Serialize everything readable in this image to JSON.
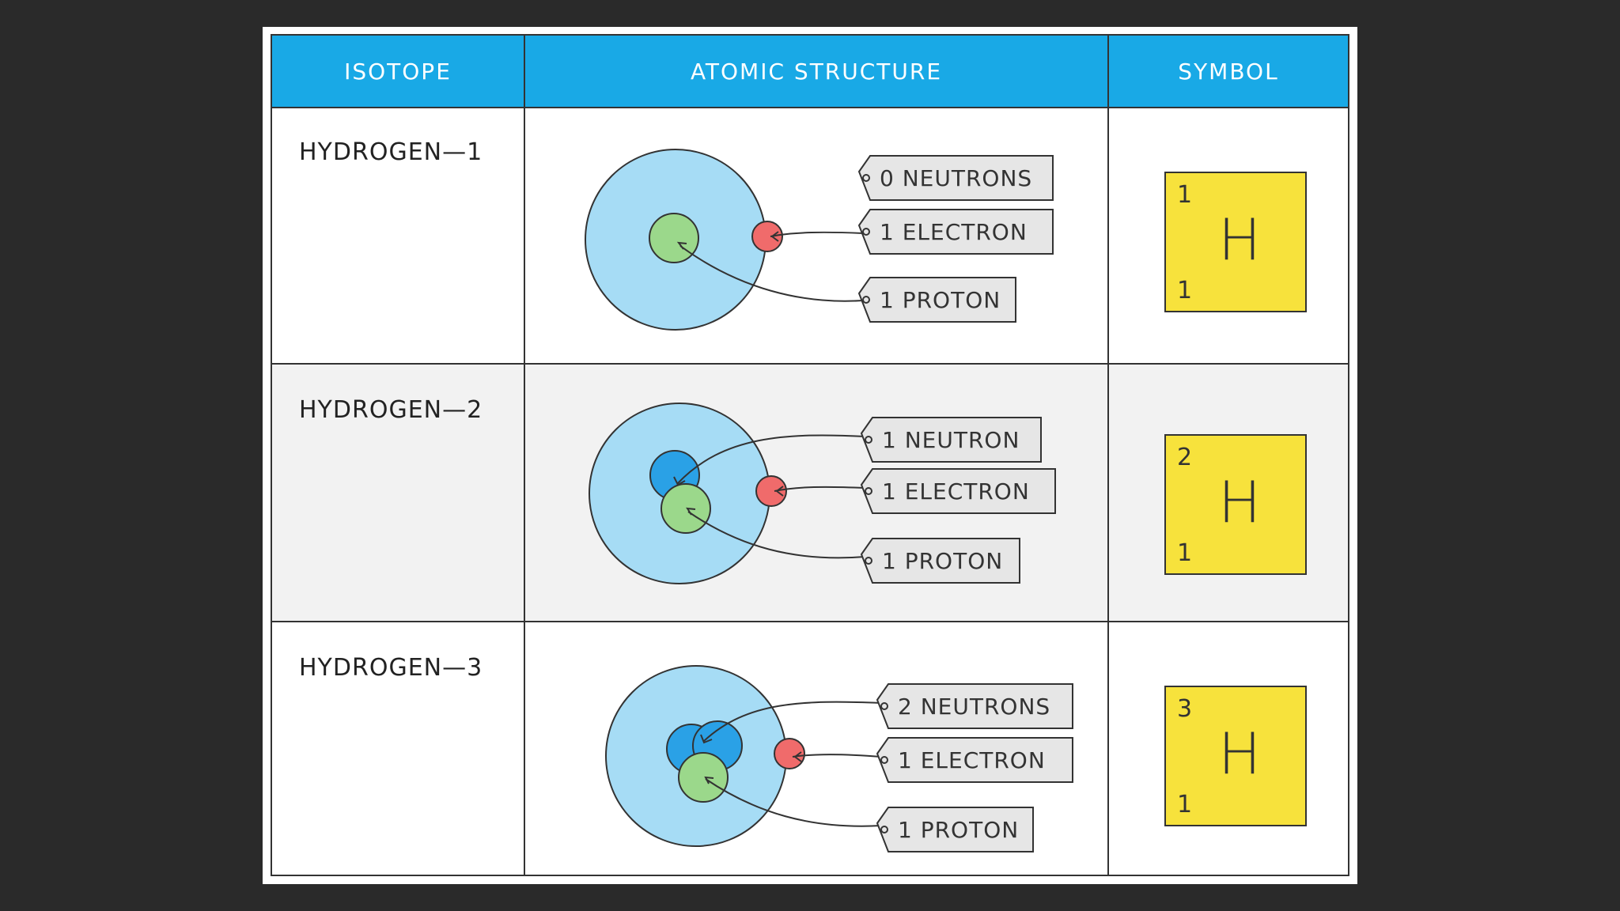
{
  "headers": {
    "isotope": "ISOTOPE",
    "structure": "ATOMIC STRUCTURE",
    "symbol": "SYMBOL"
  },
  "colors": {
    "header": "#19a9e6",
    "shell": "#a6dcf5",
    "proton": "#9bd88b",
    "neutron": "#2aa1e6",
    "electron": "#f06b6b",
    "symbol_box": "#f7e23c"
  },
  "rows": [
    {
      "name": "HYDROGEN—1",
      "labels": {
        "neutrons": "0 NEUTRONS",
        "electrons": "1 ELECTRON",
        "protons": "1 PROTON"
      },
      "symbol": {
        "mass": "1",
        "atomic": "1",
        "element": "H"
      }
    },
    {
      "name": "HYDROGEN—2",
      "labels": {
        "neutrons": "1 NEUTRON",
        "electrons": "1 ELECTRON",
        "protons": "1 PROTON"
      },
      "symbol": {
        "mass": "2",
        "atomic": "1",
        "element": "H"
      }
    },
    {
      "name": "HYDROGEN—3",
      "labels": {
        "neutrons": "2 NEUTRONS",
        "electrons": "1 ELECTRON",
        "protons": "1 PROTON"
      },
      "symbol": {
        "mass": "3",
        "atomic": "1",
        "element": "H"
      }
    }
  ]
}
